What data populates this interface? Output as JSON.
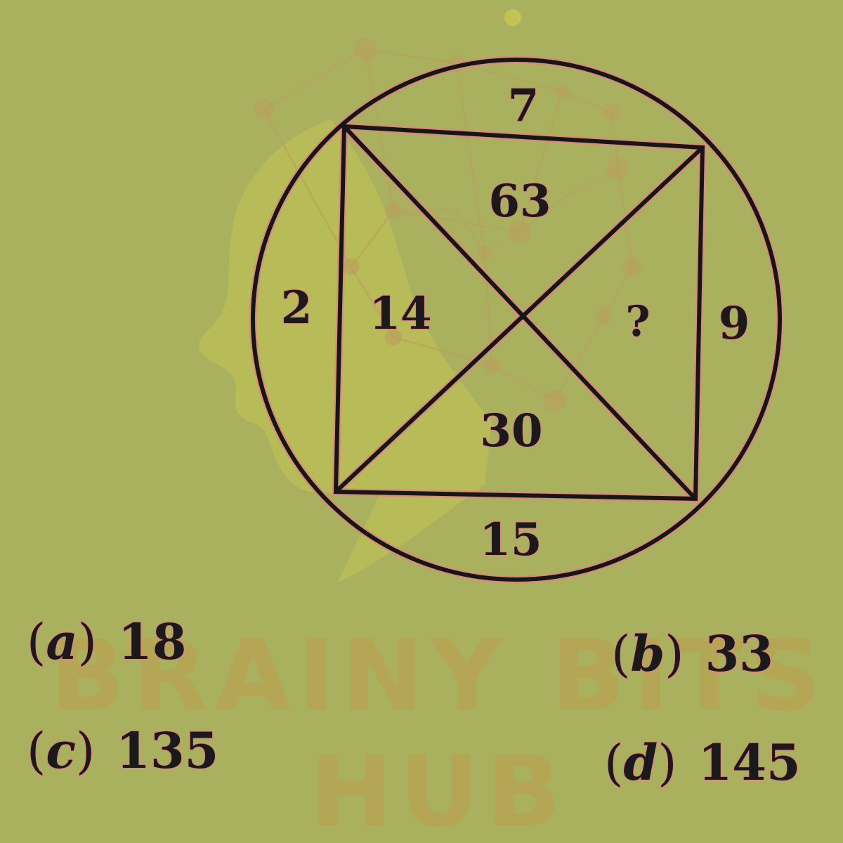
{
  "watermark": {
    "line1": "BRAINY BITS",
    "line2": "HUB"
  },
  "puzzle": {
    "arc_top": "7",
    "arc_left": "2",
    "arc_right": "9",
    "arc_bottom": "15",
    "tri_top": "63",
    "tri_left": "14",
    "tri_right": "?",
    "tri_bottom": "30"
  },
  "options": [
    {
      "letter": "a",
      "value": "18"
    },
    {
      "letter": "b",
      "value": "33"
    },
    {
      "letter": "c",
      "value": "135"
    },
    {
      "letter": "d",
      "value": "145"
    }
  ]
}
